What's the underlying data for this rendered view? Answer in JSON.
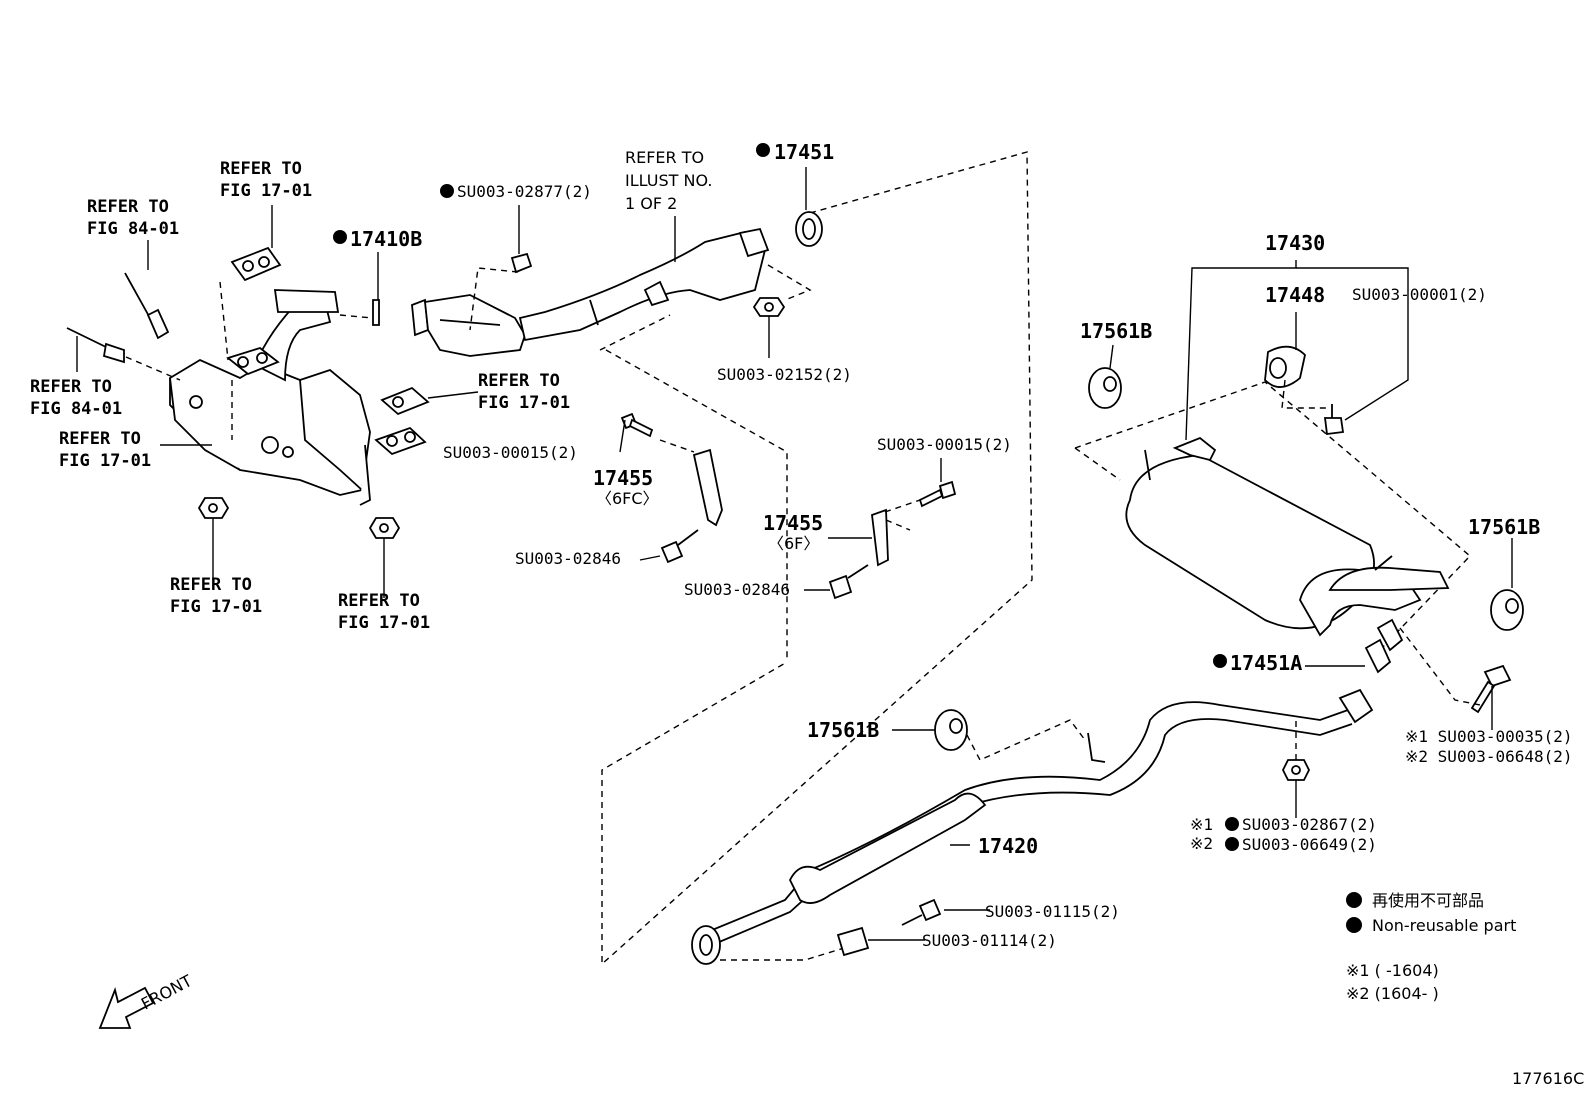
{
  "labels": {
    "refer_fig84_top": [
      "REFER TO",
      "FIG 84-01"
    ],
    "refer_fig1701_top": [
      "REFER TO",
      "FIG 17-01"
    ],
    "refer_fig84_left": [
      "REFER TO",
      "FIG 84-01"
    ],
    "refer_fig1701_left": [
      "REFER TO",
      "FIG 17-01"
    ],
    "refer_fig1701_right": [
      "REFER TO",
      "FIG 17-01"
    ],
    "refer_fig1701_bottom_left": [
      "REFER TO",
      "FIG 17-01"
    ],
    "refer_fig1701_bottom_mid": [
      "REFER TO",
      "FIG 17-01"
    ],
    "refer_illust": [
      "REFER TO",
      "ILLUST NO.",
      "1 OF 2"
    ],
    "p17410B": "17410B",
    "p17451": "17451",
    "su02877": "SU003-02877(2)",
    "su02152": "SU003-02152(2)",
    "su00015_left": "SU003-00015(2)",
    "su00015_right": "SU003-00015(2)",
    "p17455_left": "17455",
    "p17455_left_sub": "〈6FC〉",
    "p17455_right": "17455",
    "p17455_right_sub": "〈6F〉",
    "su02846_left": "SU003-02846",
    "su02846_right": "SU003-02846",
    "p17430": "17430",
    "p17448": "17448",
    "su00001": "SU003-00001(2)",
    "p17561B_top": "17561B",
    "p17561B_right": "17561B",
    "p17561B_mid": "17561B",
    "p17451A": "17451A",
    "su00035": "※1 SU003-00035(2)",
    "su06648": "※2 SU003-06648(2)",
    "su02867": "SU003-02867(2)",
    "su06649": "SU003-06649(2)",
    "mark1": "※1",
    "mark2": "※2",
    "p17420": "17420",
    "su01115": "SU003-01115(2)",
    "su01114": "SU003-01114(2)",
    "front": "FRONT",
    "legend_jp": "再使用不可部品",
    "legend_en": "Non-reusable part",
    "note1": "※1 (        -1604)",
    "note2": "※2 (1604-        )",
    "figure_id": "177616C"
  }
}
